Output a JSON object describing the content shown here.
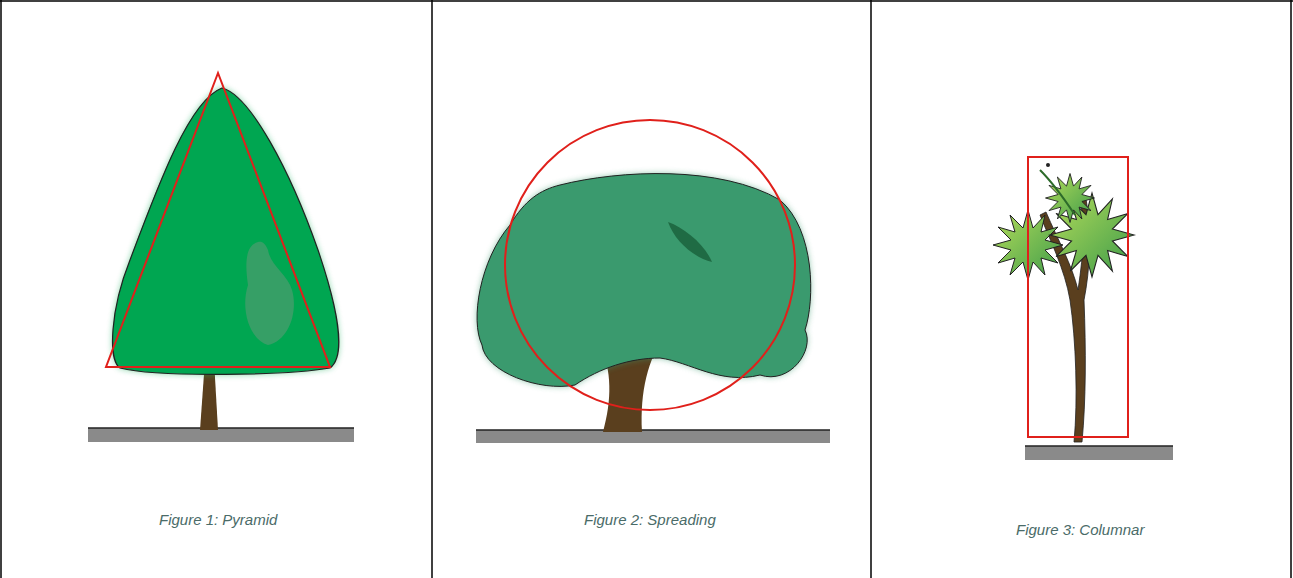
{
  "diagram": {
    "labels": [
      "Figure 1: Pyramid",
      "Figure 2: Spreading",
      "Figure 3: Columnar"
    ]
  }
}
